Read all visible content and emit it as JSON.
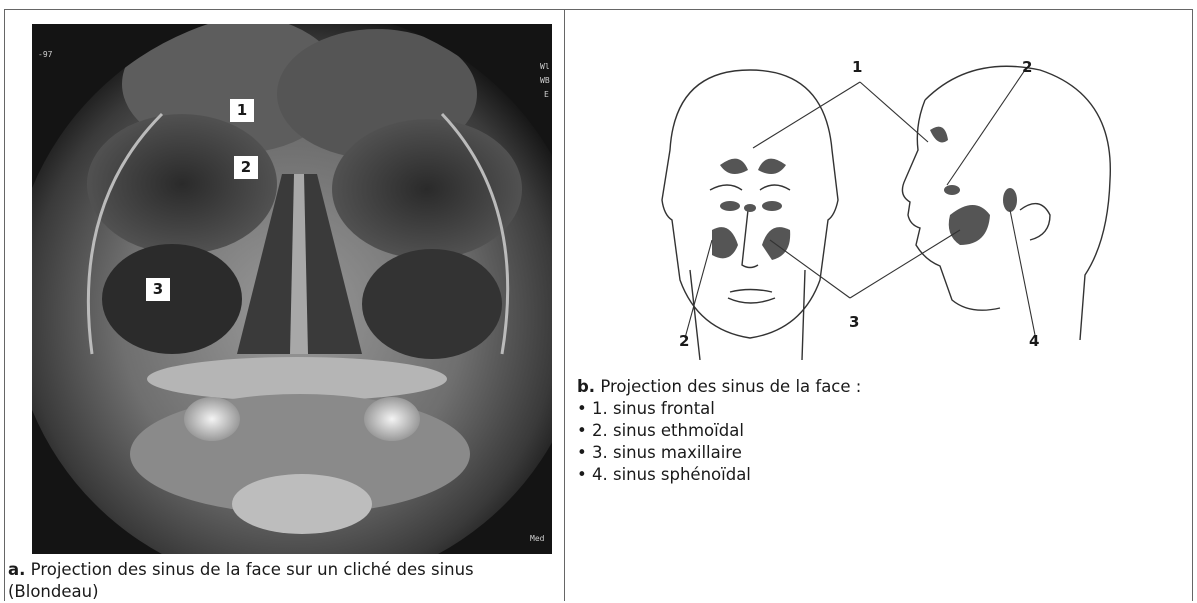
{
  "panel_a": {
    "markers": [
      "1",
      "2",
      "3"
    ],
    "corner_text": {
      "top_left": "-97",
      "top_right": [
        "Wl",
        "WB",
        "E"
      ],
      "bottom_right": "Med"
    },
    "caption_label": "a.",
    "caption_text": "Projection des sinus de la face sur un cliché des sinus (Blondeau)"
  },
  "panel_b": {
    "numbers": {
      "front_1": "1",
      "side_2": "2",
      "front_2": "2",
      "center_3": "3",
      "side_4": "4"
    },
    "caption_label": "b.",
    "caption_title": "Projection des sinus de la face :",
    "items": [
      "1. sinus frontal",
      "2. sinus ethmoïdal",
      "3. sinus maxillaire",
      "4. sinus sphénoïdal"
    ]
  }
}
